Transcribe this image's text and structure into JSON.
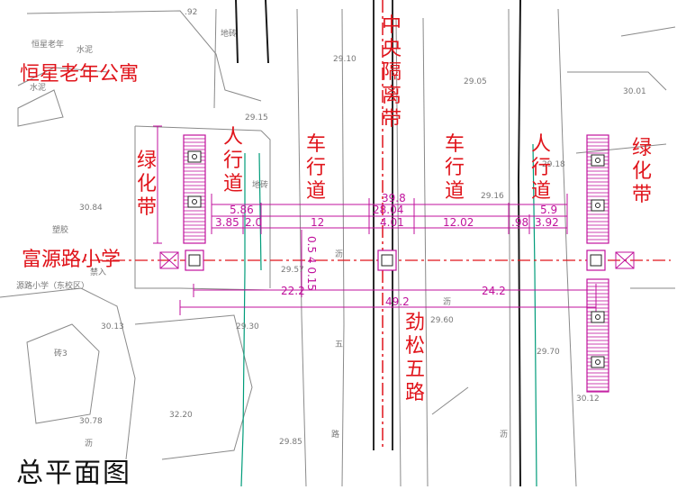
{
  "labels": {
    "hengxing": "恒星老年公寓",
    "fuyuan": "富源路小学",
    "median": "中央隔离带",
    "green_left": "绿化带",
    "green_right": "绿化带",
    "sidewalk_left": "人行道",
    "sidewalk_right": "人行道",
    "carriage_left": "车行道",
    "carriage_right": "车行道",
    "road_name": "劲松五路"
  },
  "title": "总平面图",
  "dimensions": {
    "d_39_8": "39.8",
    "d_28_04": "28.04",
    "d_5_86": "5.86",
    "d_5_9": "5.9",
    "d_3_85": "3.85",
    "d_2_0": "2.0",
    "d_12": "12",
    "d_4_01": "4.01",
    "d_12_02": "12.02",
    "d_98": ".98",
    "d_3_92": "3.92",
    "d_22_2": "22.2",
    "d_24_2": "24.2",
    "d_49_2": "49.2",
    "d_vertical": "0.5 4 0.15"
  },
  "survey": {
    "s1": "29.10",
    "s2": "29.05",
    "s3": "29.15",
    "s4": "30.01",
    "s5": "29.18",
    "s6": "29.16",
    "s7": "30.84",
    "s8": "29.60",
    "s9": "29.30",
    "s10": "30.13",
    "s11": "29.70",
    "s12": "32.20",
    "s13": "30.12",
    "s14": "30.78",
    "s15": "29.85",
    "s16": "29.57",
    "s17": ".92",
    "t1": "水泥",
    "t2": "恒星老年",
    "t3": "水泥",
    "t4": "地砖",
    "t5": "地砖",
    "t6": "塑胶",
    "t7": "源路小学（东校区）",
    "t8": "砖3",
    "t9": "五",
    "t10": "沥",
    "t11": "沥",
    "t12": "沥",
    "t13": "路",
    "t14": "禁入",
    "t15": "沥"
  }
}
